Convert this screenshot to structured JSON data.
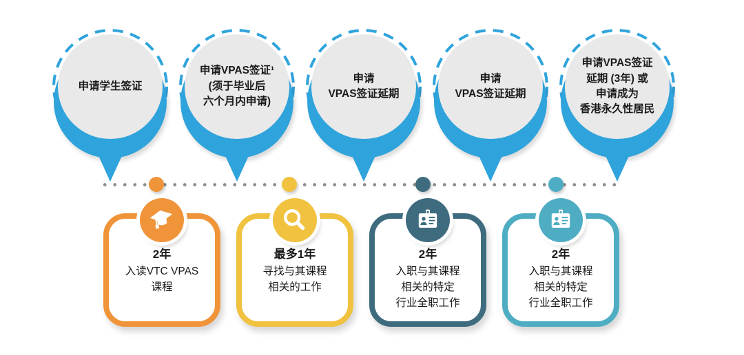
{
  "palette": {
    "blue": "#2FA3DB",
    "circle_fill": "#E9E9E9",
    "dot_gray": "#8C8C8C",
    "text": "#1A1A1A",
    "background": "#FFFFFF"
  },
  "timeline": {
    "bubbles": [
      {
        "text": "申请学生签证"
      },
      {
        "text": "申请VPAS签证¹\n(须于毕业后\n六个月内申请)"
      },
      {
        "text": "申请\nVPAS签证延期"
      },
      {
        "text": "申请\nVPAS签证延期"
      },
      {
        "text": "申请VPAS签证\n延期 (3年) 或\n申请成为\n香港永久性居民"
      }
    ]
  },
  "stages": [
    {
      "icon": "graduation-cap-icon",
      "color": "#F0943A",
      "duration": "2年",
      "desc": "入读VTC VPAS\n课程"
    },
    {
      "icon": "magnifier-icon",
      "color": "#F0C23F",
      "duration": "最多1年",
      "desc": "寻找与其课程\n相关的工作"
    },
    {
      "icon": "id-badge-icon",
      "color": "#3E6C7E",
      "duration": "2年",
      "desc": "入职与其课程\n相关的特定\n行业全职工作"
    },
    {
      "icon": "id-badge-icon",
      "color": "#4FADC3",
      "duration": "2年",
      "desc": "入职与其课程\n相关的特定\n行业全职工作"
    }
  ]
}
